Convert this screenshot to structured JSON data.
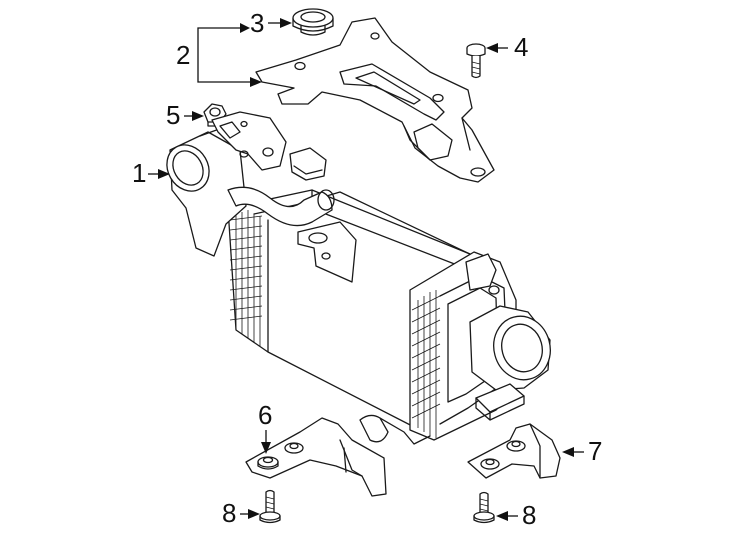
{
  "callouts": {
    "c1": "1",
    "c2": "2",
    "c3": "3",
    "c4": "4",
    "c5": "5",
    "c6": "6",
    "c7": "7",
    "c8a": "8",
    "c8b": "8"
  },
  "colors": {
    "line": "#1a1a1a",
    "background": "#ffffff"
  }
}
